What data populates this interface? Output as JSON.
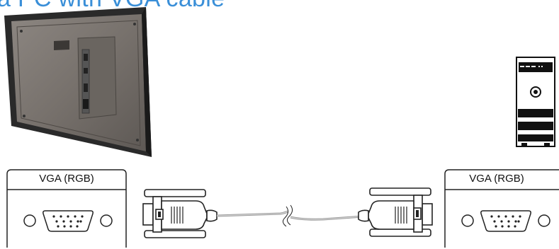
{
  "title": "a PC with VGA cable",
  "ports": {
    "left_label": "VGA (RGB)",
    "right_label": "VGA (RGB)"
  },
  "colors": {
    "title": "#3a8fd8",
    "line": "#222222",
    "monitor_back": "#7d7772",
    "monitor_frame": "#2b2b2b",
    "cable": "#9a9a9a"
  }
}
